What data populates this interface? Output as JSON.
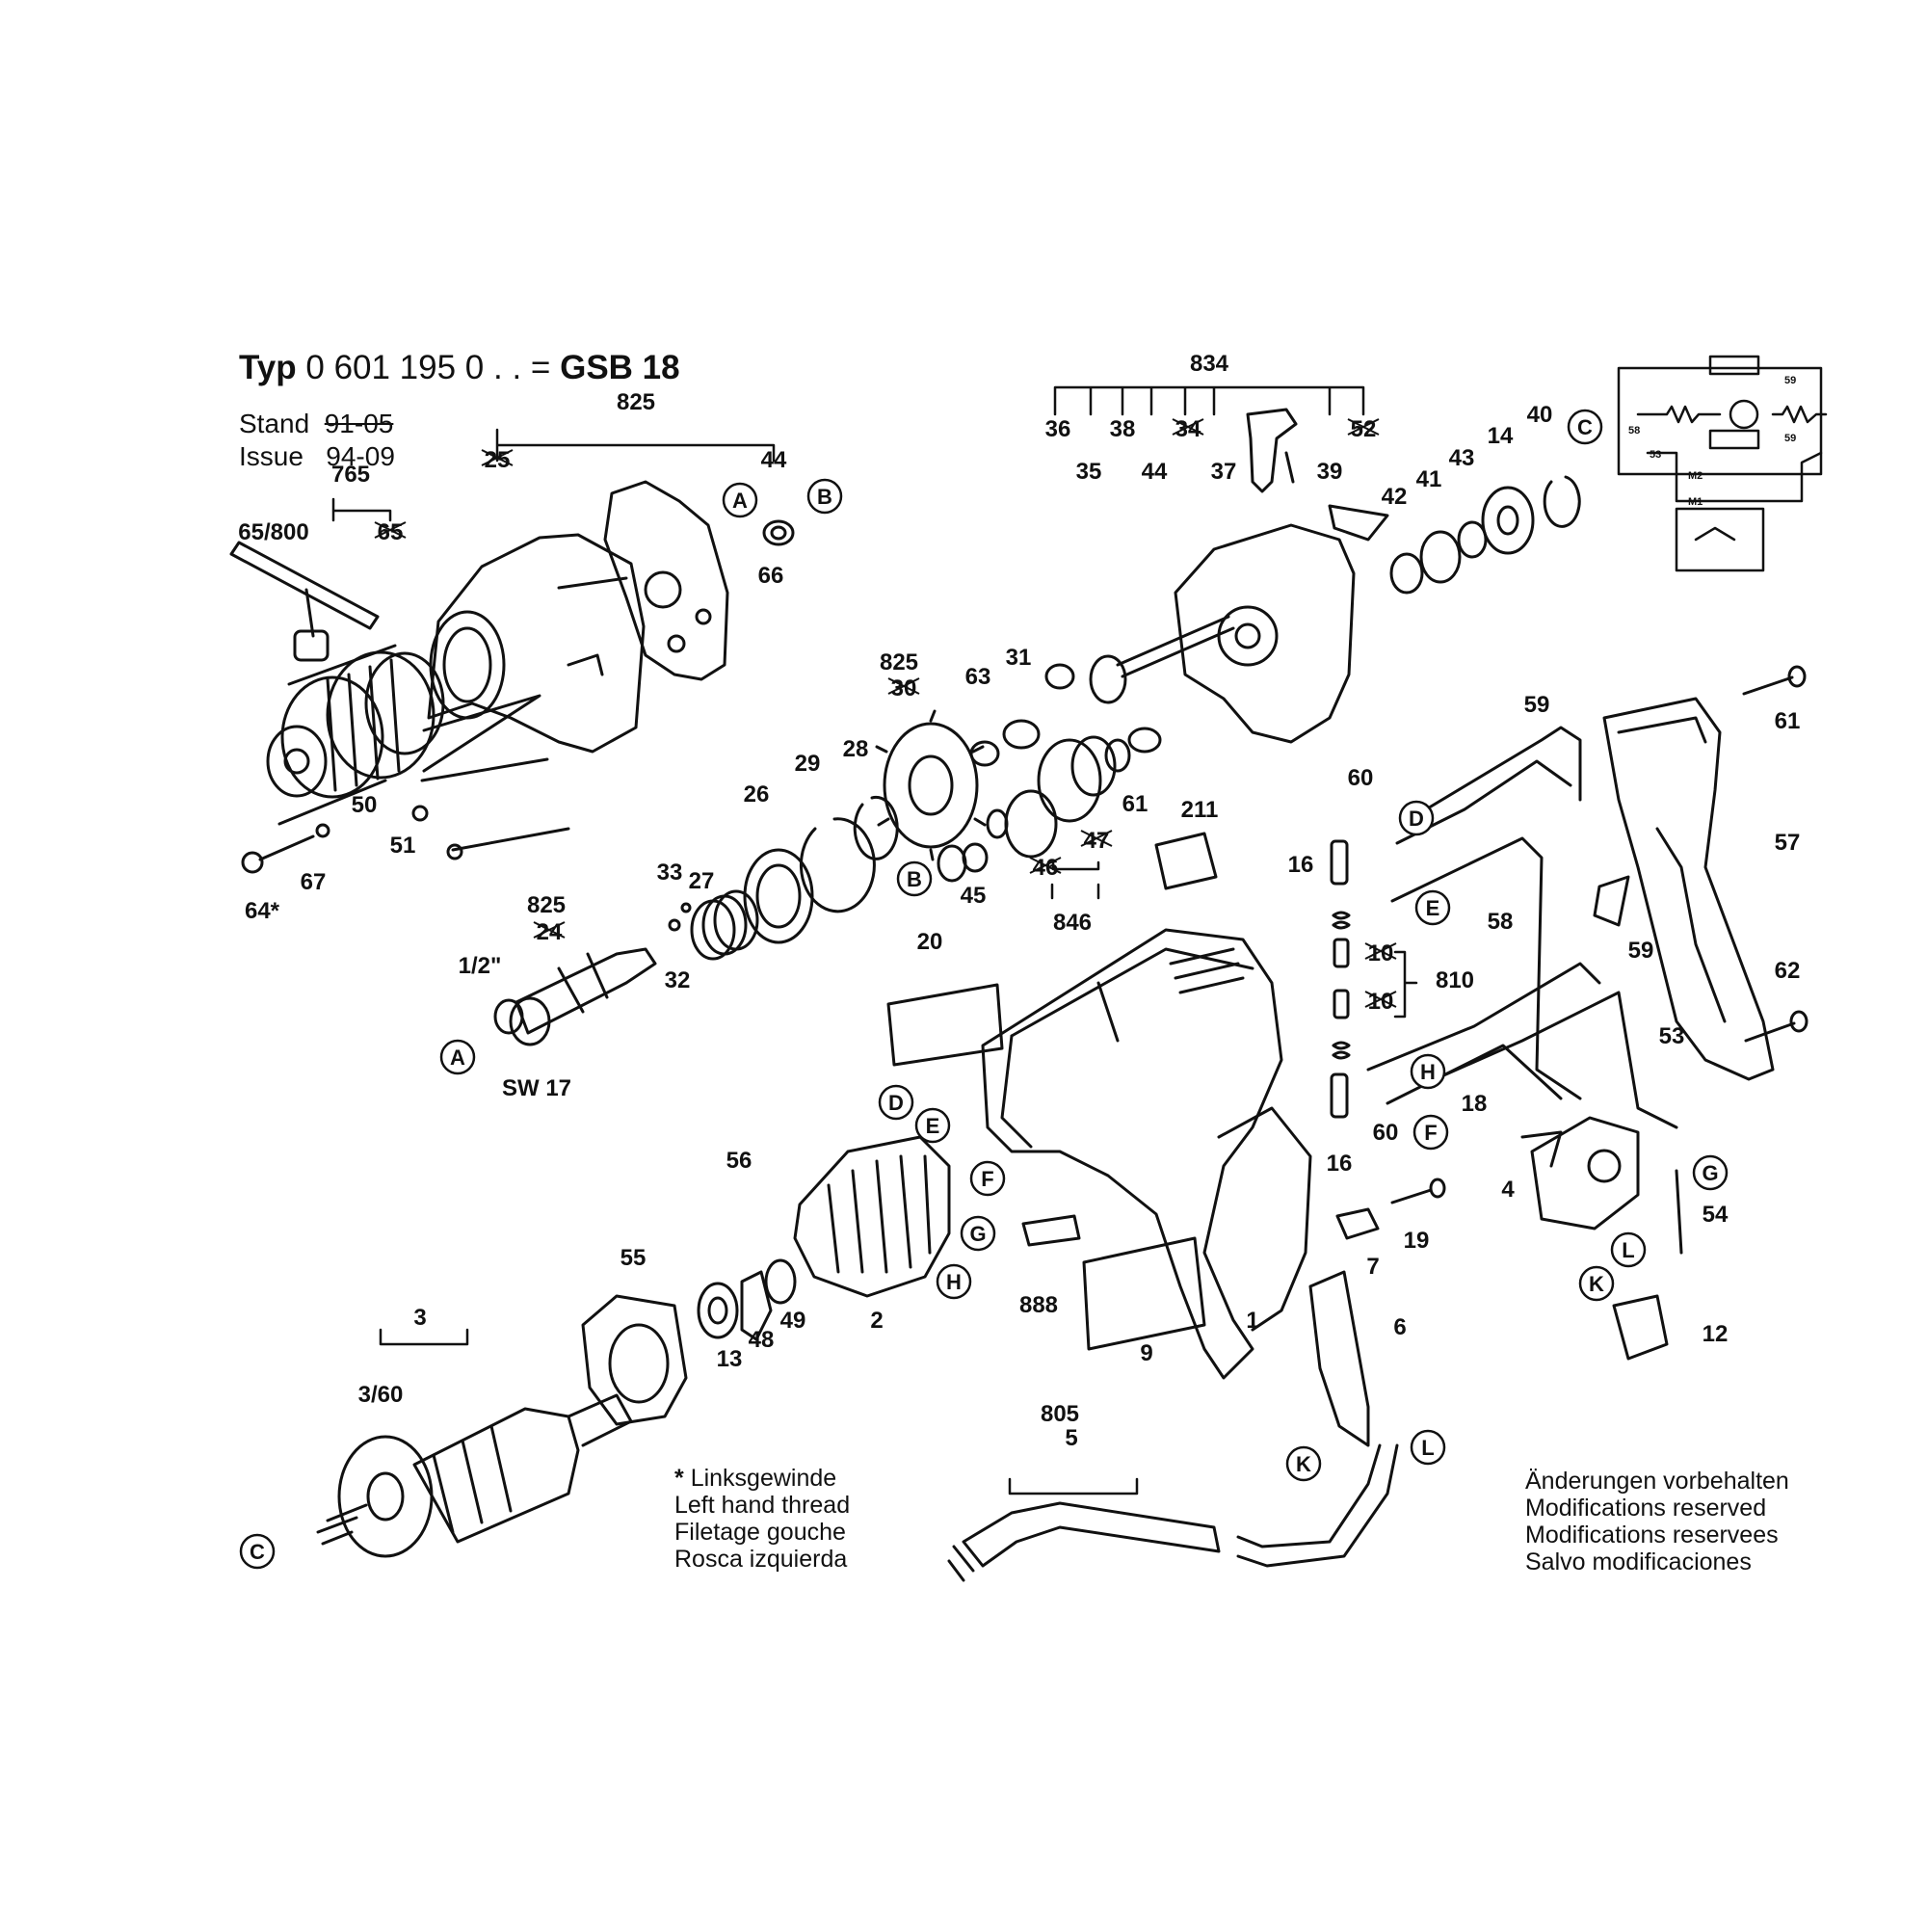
{
  "header": {
    "typ_label": "Typ",
    "model_code": "0 601 195 0 . .",
    "equals": "=",
    "model_name": "GSB 18",
    "stand_label": "Stand",
    "stand_value": "91-05",
    "issue_label": "Issue",
    "issue_value": "94-09"
  },
  "parts": {
    "p825a": "825",
    "p25": "25",
    "p44a": "44",
    "p765": "765",
    "p6580": "65/800",
    "p65": "65",
    "p66": "66",
    "p50": "50",
    "p51": "51",
    "p64": "64*",
    "p67": "67",
    "p825b": "825",
    "p24": "24",
    "p12in": "1/2\"",
    "psw17": "SW 17",
    "p33": "33",
    "p27": "27",
    "p32": "32",
    "p26": "26",
    "p29": "29",
    "p28": "28",
    "p825c": "825",
    "p30": "30",
    "p63": "63",
    "p31": "31",
    "p45": "45",
    "p46": "46",
    "p47": "47",
    "p846": "846",
    "p61a": "61",
    "p211": "211",
    "p834": "834",
    "p36": "36",
    "p35": "35",
    "p38": "38",
    "p34": "34",
    "p44b": "44",
    "p37": "37",
    "p39": "39",
    "p52": "52",
    "p42": "42",
    "p41": "41",
    "p43": "43",
    "p14": "14",
    "p40": "40",
    "p59a": "59",
    "p61b": "61",
    "p60a": "60",
    "p16a": "16",
    "p57": "57",
    "p58": "58",
    "p59b": "59",
    "p810": "810",
    "p10a": "10",
    "p10b": "10",
    "p53": "53",
    "p62": "62",
    "p60b": "60",
    "p16b": "16",
    "p18": "18",
    "p4": "4",
    "p54": "54",
    "p12": "12",
    "p20": "20",
    "p56": "56",
    "p55": "55",
    "p13": "13",
    "p48": "48",
    "p49": "49",
    "p2": "2",
    "p888": "888",
    "p9": "9",
    "p1": "1",
    "p7": "7",
    "p19": "19",
    "p6": "6",
    "p3": "3",
    "p360": "3/60",
    "p805": "805",
    "p5": "5"
  },
  "markers": [
    "A",
    "B",
    "C",
    "D",
    "E",
    "F",
    "G",
    "H",
    "K",
    "L"
  ],
  "wiring": {
    "w59a": "59",
    "w59b": "59",
    "w58": "58",
    "w53": "53",
    "wm2": "M2",
    "wm1": "M1"
  },
  "note_left": {
    "asterisk": "*",
    "lines": [
      "Linksgewinde",
      "Left hand thread",
      "Filetage gouche",
      "Rosca izquierda"
    ]
  },
  "note_right": {
    "lines": [
      "Änderungen vorbehalten",
      "Modifications reserved",
      "Modifications reservees",
      "Salvo modificaciones"
    ]
  }
}
